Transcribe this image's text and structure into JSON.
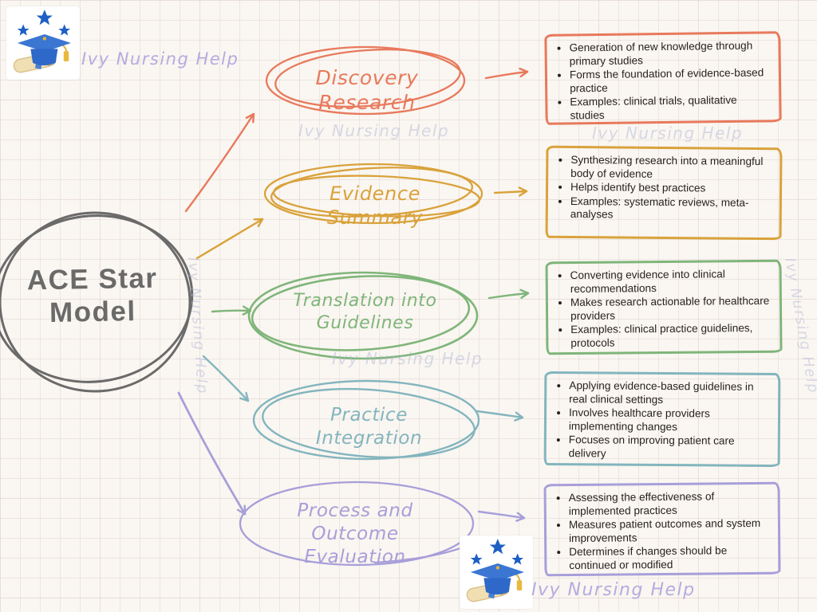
{
  "page": {
    "background_color": "#FAF6F1",
    "grid_color": "#E0D2CF",
    "style": "hand-drawn mind map on grid paper"
  },
  "brand": {
    "name": "Ivy Nursing Help",
    "watermark_text": "Ivy Nursing Help",
    "logo": "graduation-cap-scroll-and-stars",
    "logo_colors": {
      "cap_blue": "#3B76D2",
      "star_blue": "#1E5FC4",
      "scroll_beige": "#EFDFB2",
      "tassel_gold": "#E3B23C"
    }
  },
  "center_node": {
    "label": "ACE Star Model",
    "lines": [
      "ACE Star",
      "Model"
    ],
    "color": "#6A6A6A"
  },
  "branches": [
    {
      "id": "discovery-research",
      "label": "Discovery Research",
      "lines": [
        "Discovery Research"
      ],
      "color": "#E8795C",
      "bullets": [
        "Generation of new knowledge through primary studies",
        "Forms the foundation of evidence-based practice",
        "Examples: clinical trials, qualitative studies"
      ]
    },
    {
      "id": "evidence-summary",
      "label": "Evidence Summary",
      "lines": [
        "Evidence Summary"
      ],
      "color": "#D9A23B",
      "bullets": [
        "Synthesizing research into a meaningful body of evidence",
        "Helps identify best practices",
        "Examples: systematic reviews, meta-analyses"
      ]
    },
    {
      "id": "translation-into-guidelines",
      "label": "Translation into Guidelines",
      "lines": [
        "Translation into",
        "Guidelines"
      ],
      "color": "#7FB57A",
      "bullets": [
        "Converting evidence into clinical recommendations",
        "Makes research actionable for healthcare providers",
        "Examples: clinical practice guidelines, protocols"
      ]
    },
    {
      "id": "practice-integration",
      "label": "Practice Integration",
      "lines": [
        "Practice Integration"
      ],
      "color": "#83B5BE",
      "bullets": [
        "Applying evidence-based guidelines in real clinical settings",
        "Involves healthcare providers implementing changes",
        "Focuses on improving patient care delivery"
      ]
    },
    {
      "id": "process-and-outcome-evaluation",
      "label": "Process and Outcome Evaluation",
      "lines": [
        "Process and",
        "Outcome Evaluation"
      ],
      "color": "#A79FD9",
      "bullets": [
        "Assessing the effectiveness of implemented practices",
        "Measures patient outcomes and system improvements",
        "Determines if changes should be continued or modified"
      ]
    }
  ],
  "text_color": "#272220"
}
